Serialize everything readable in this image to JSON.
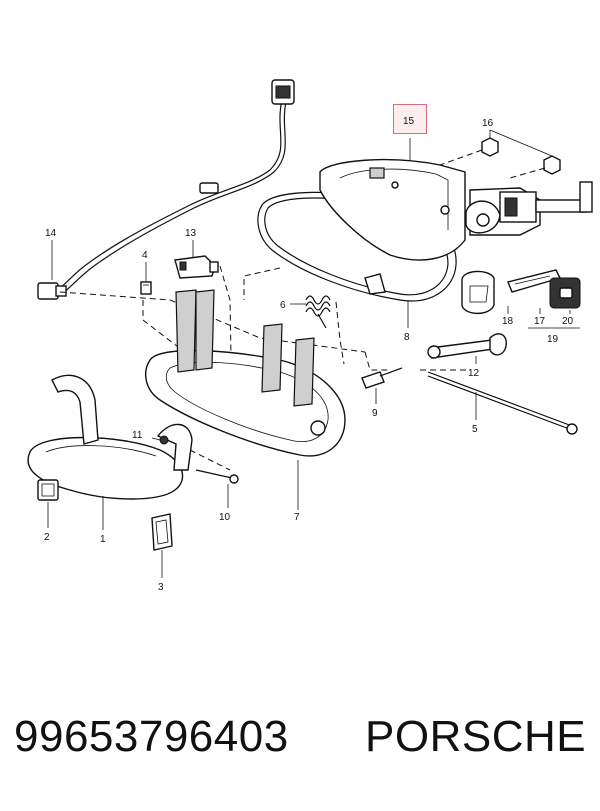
{
  "diagram": {
    "highlighted_callout": "15",
    "highlight_color": "#e06a7a",
    "callouts": {
      "c1": "1",
      "c2": "2",
      "c3": "3",
      "c4": "4",
      "c5": "5",
      "c6": "6",
      "c7": "7",
      "c8": "8",
      "c9": "9",
      "c10": "10",
      "c11": "11",
      "c12": "12",
      "c13": "13",
      "c14": "14",
      "c15": "15",
      "c16": "16",
      "c17": "17",
      "c18": "18",
      "c19": "19",
      "c20": "20"
    }
  },
  "footer": {
    "part_number": "99653796403",
    "brand": "PORSCHE"
  }
}
